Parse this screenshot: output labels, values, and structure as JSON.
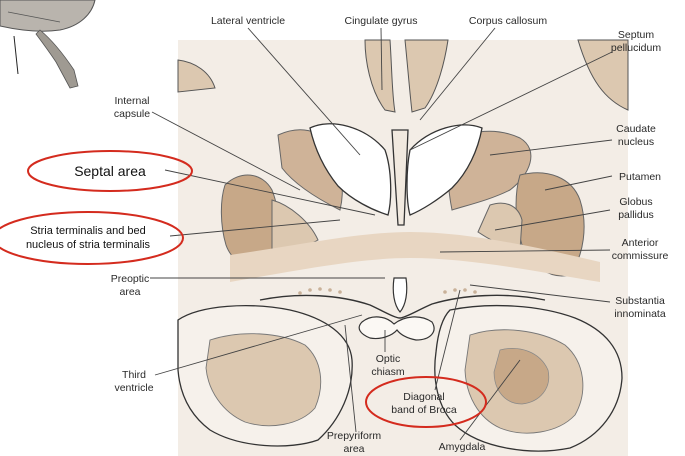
{
  "labels": {
    "lateral_ventricle": "Lateral ventricle",
    "cingulate_gyrus": "Cingulate gyrus",
    "corpus_callosum": "Corpus callosum",
    "septum_pellucidum": [
      "Septum",
      "pellucidum"
    ],
    "internal_capsule": [
      "Internal",
      "capsule"
    ],
    "caudate_nucleus": [
      "Caudate",
      "nucleus"
    ],
    "septal_area": "Septal area",
    "putamen": "Putamen",
    "globus_pallidus": [
      "Globus",
      "pallidus"
    ],
    "stria_terminalis": [
      "Stria terminalis and bed",
      "nucleus of stria terminalis"
    ],
    "anterior_commissure": [
      "Anterior",
      "commissure"
    ],
    "preoptic_area": [
      "Preoptic",
      "area"
    ],
    "substantia_innominata": [
      "Substantia",
      "innominata"
    ],
    "optic_chiasm": [
      "Optic",
      "chiasm"
    ],
    "third_ventricle": [
      "Third",
      "ventricle"
    ],
    "diagonal_band": [
      "Diagonal",
      "band of Broca"
    ],
    "prepyriform_area": [
      "Prepyriform",
      "area"
    ],
    "amygdala": "Amygdala"
  },
  "colors": {
    "white_matter": "#f1e9df",
    "gray_light": "#dcc8b0",
    "gray_dark": "#c7a888",
    "outline": "#3a3a3a",
    "highlight_oval": "#d42b1e"
  }
}
